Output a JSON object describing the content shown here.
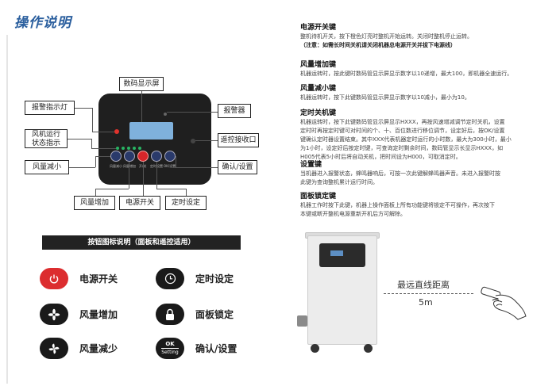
{
  "page_title": "操作说明",
  "panel": {
    "callouts": {
      "display": "数码显示屏",
      "alarm_light": "报警指示灯",
      "fan_running_line1": "风机运行",
      "fan_running_line2": "状态指示",
      "fan_decrease": "风量减小",
      "alarm": "报警器",
      "remote_receiver": "遥控接收口",
      "confirm_setting": "确认/设置",
      "fan_increase": "风量增加",
      "power": "电源开关",
      "timer": "定时设定"
    },
    "button_captions": [
      "风量减小",
      "风量增加",
      "开/关",
      "定时设置",
      "OK/设置"
    ]
  },
  "legend": {
    "title": "按钮图标说明（面板和遥控适用）",
    "items": [
      {
        "label": "电源开关",
        "icon": "power-icon"
      },
      {
        "label": "定时设定",
        "icon": "clock-icon"
      },
      {
        "label": "风量增加",
        "icon": "fan-increase-icon"
      },
      {
        "label": "面板锁定",
        "icon": "lock-icon"
      },
      {
        "label": "风量减少",
        "icon": "fan-decrease-icon"
      },
      {
        "label": "确认/设置",
        "icon": "ok-setting-icon"
      }
    ],
    "ok_icon_top": "OK",
    "ok_icon_bottom": "Setting"
  },
  "sections": {
    "power": {
      "heading": "电源开关键",
      "text": "整机待机开关，按下橙色灯亮时整机开始运转。关闭时整机停止运转。",
      "note": "（注意：如需长时间关机请关闭机器总电源开关并拔下电源线）"
    },
    "fan_up": {
      "heading": "风量增加键",
      "text": "机器运转时，按此键时数码管显示屏显示数字以10递增，最大100，即机器全速运行。"
    },
    "fan_down": {
      "heading": "风量减小键",
      "text": "机器运转时，按下此键数码管显示屏显示数字以10减小，最小为10。"
    },
    "timer": {
      "heading": "定时关机键",
      "lines": [
        "机器运转时，按下此键数码管显示屏显示HXXX，再按风速增减调节定时关机，设置",
        "定时时再按定时键可对时间的个、十、百位数进行移位调节，设定好后，按OK/设置",
        "键确认定时器设置结束。其中XXX代表机器定时运行的小时数，最大为300小时，最小",
        "为1小时，设定好后按定时键，可查询定时剩余时间，数码管显示长显示HXXX，如",
        "H005代表5小时后将自动关机，把时间设为H000，可取消定时。"
      ]
    },
    "setting": {
      "heading": "设置键",
      "lines": [
        "当机器进入报警状态，蜂鸣器响后，可按一次此键解蜂鸣器声音。未进入报警时按",
        "此键为查询整机累计运行时间。"
      ]
    },
    "lock": {
      "heading": "面板锁定键",
      "lines": [
        "机器工作时按下此键，机器上操作面板上所有功能键将锁定不可操作，再次按下",
        "本键或断开整机电源重新开机后方可解除。"
      ]
    }
  },
  "remote": {
    "label": "最远直线距离",
    "distance": "5m"
  },
  "colors": {
    "title_blue": "#2b5f9e",
    "power_red": "#dc2d2f",
    "icon_black": "#1a1a1a",
    "panel_black": "#1f1f1f",
    "screen_blue": "#7fb1dc"
  }
}
